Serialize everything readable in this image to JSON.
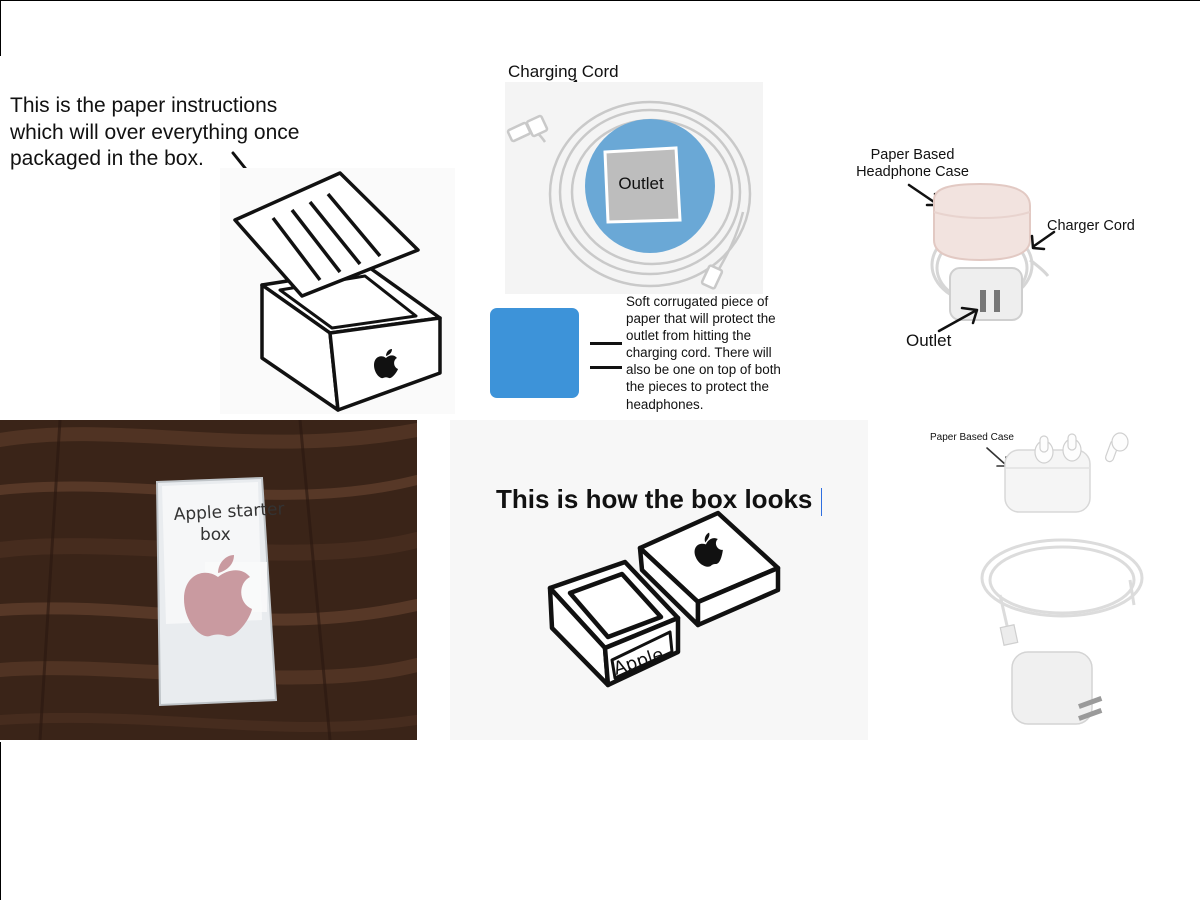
{
  "instructions": {
    "caption_lines": [
      "This is the paper instructions",
      "which will over everything once",
      "packaged in the box."
    ]
  },
  "charging": {
    "cord_label": "Charging Cord",
    "outlet_label": "Outlet"
  },
  "padding": {
    "description_lines": [
      "Soft corrugated piece of",
      "paper that will protect the",
      "outlet from hitting the",
      "charging cord. There will",
      "also be one on top of both",
      "the pieces to protect the",
      "headphones."
    ],
    "swatch_color": "#3d93d9"
  },
  "assembled": {
    "case_label_line1": "Paper Based",
    "case_label_line2": "Headphone Case",
    "cord_label": "Charger Cord",
    "outlet_label": "Outlet"
  },
  "photo": {
    "box_handwriting_line1": "Apple starter",
    "box_handwriting_line2": "box"
  },
  "box_looks": {
    "title": "This is how the box looks",
    "box_label": "Apple"
  },
  "components": {
    "case_label": "Paper Based Case"
  },
  "colors": {
    "outlet_blue": "#6aa8d6",
    "swatch_blue": "#3d93d9",
    "wood_dark": "#3a2418",
    "wood_mid": "#5a3a28"
  }
}
